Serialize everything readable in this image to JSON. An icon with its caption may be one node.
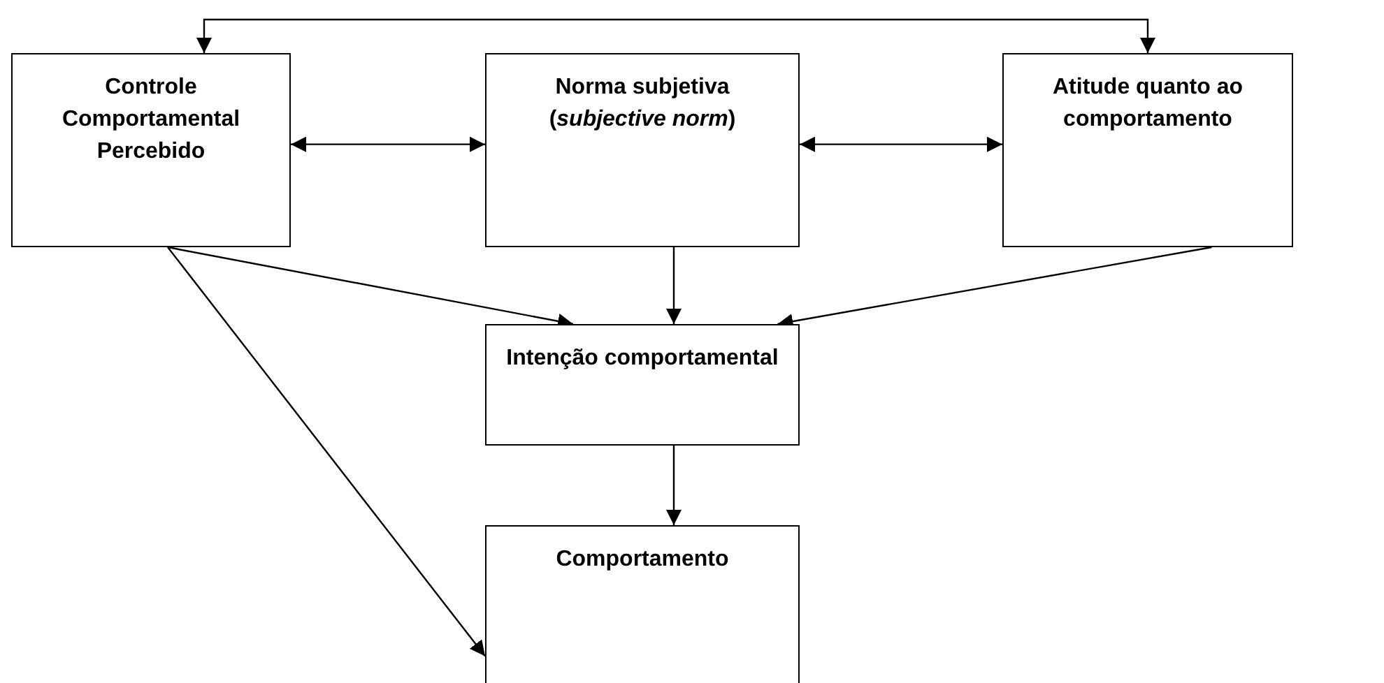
{
  "diagram": {
    "nodes": [
      {
        "text": [
          "Controle Comportamental Percebido"
        ]
      },
      {
        "text": [
          "Norma subjetiva (*subjective norm*)"
        ]
      },
      {
        "text": [
          "Atitude quanto ao comportamento"
        ]
      },
      {
        "text": [
          "Intenção comportamental"
        ]
      },
      {
        "text": [
          "Comportamento"
        ]
      }
    ],
    "edges": [
      {
        "from": 0,
        "to": 2,
        "arrow": "both"
      },
      {
        "from": 0,
        "to": 1,
        "arrow": "both"
      },
      {
        "from": 1,
        "to": 2,
        "arrow": "both"
      },
      {
        "from": 0,
        "to": 3,
        "arrow": "to"
      },
      {
        "from": 1,
        "to": 3,
        "arrow": "to"
      },
      {
        "from": 2,
        "to": 3,
        "arrow": "to"
      },
      {
        "from": 0,
        "to": 4,
        "arrow": "to"
      },
      {
        "from": 3,
        "to": 4,
        "arrow": "to"
      }
    ]
  }
}
